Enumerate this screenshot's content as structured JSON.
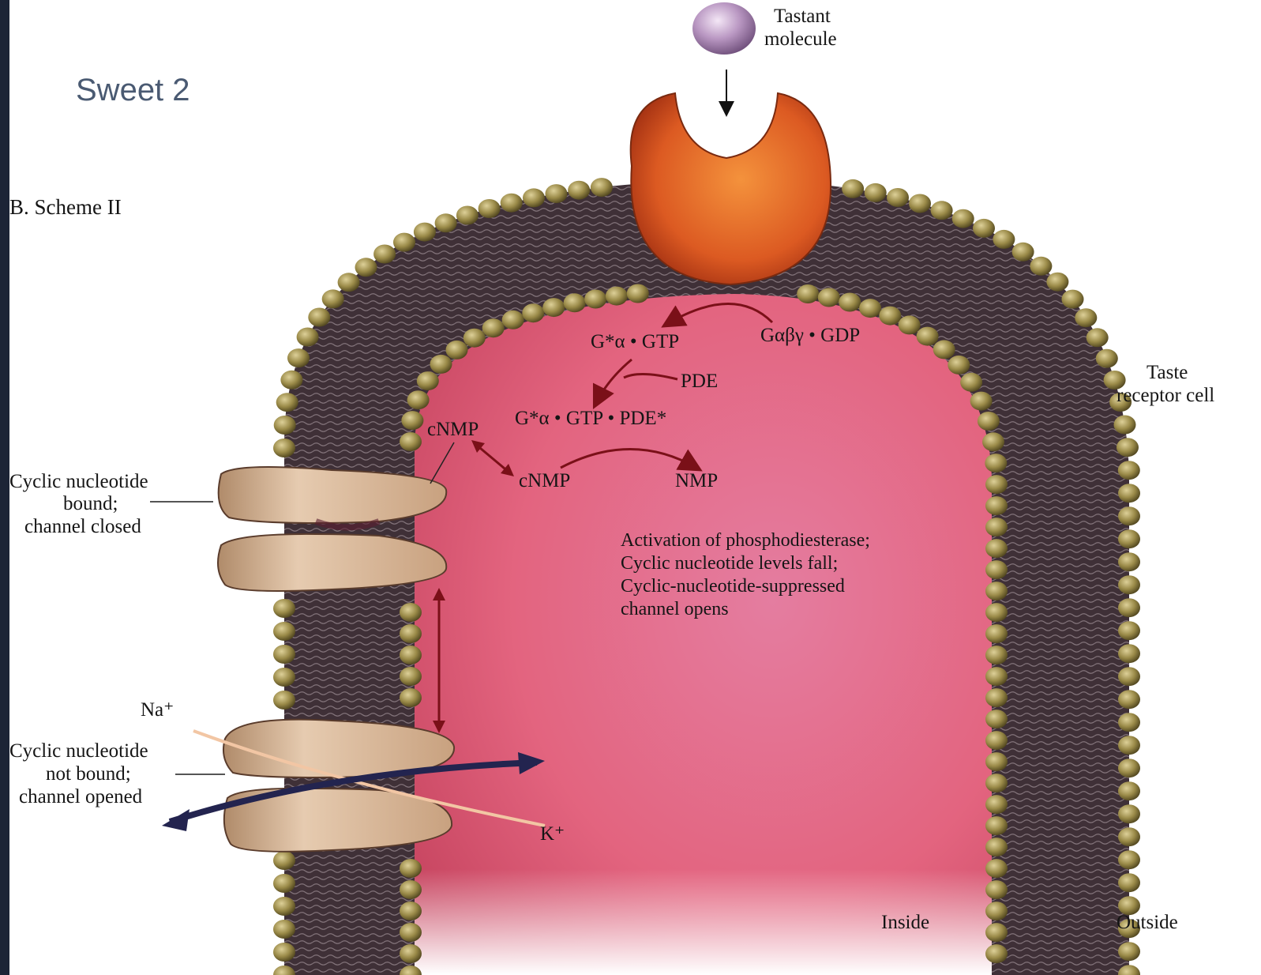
{
  "slide": {
    "title": "Sweet 2",
    "subtitle": "B.  Scheme II"
  },
  "labels": {
    "tastant_line1": "Tastant",
    "tastant_line2": "molecule",
    "g_gtp": "G*α • GTP",
    "g_gdp": "Gαβγ • GDP",
    "pde": "PDE",
    "g_gtp_pde": "G*α • GTP • PDE*",
    "cnmp_membrane": "cNMP",
    "cnmp_cytosol": "cNMP",
    "nmp": "NMP",
    "activation_lines": [
      "Activation of phosphodiesterase;",
      "Cyclic nucleotide levels fall;",
      "Cyclic-nucleotide-suppressed",
      "channel opens"
    ],
    "channel_closed_lines": [
      "Cyclic nucleotide",
      "bound;",
      "channel closed"
    ],
    "channel_open_lines": [
      "Cyclic nucleotide",
      "not bound;",
      "channel opened"
    ],
    "na_ion": "Na⁺",
    "k_ion": "K⁺",
    "taste_cell_lines": [
      "Taste",
      "receptor cell"
    ],
    "inside": "Inside",
    "outside": "Outside"
  },
  "colors": {
    "sidebar": "#1c2436",
    "slide_title": "#4a5a72",
    "membrane_core": "#3f3037",
    "lipid_head": "#8c7c40",
    "cytoplasm": "#e56c8a",
    "receptor": "#e06a28",
    "channel": "#d7b89a",
    "reaction_arrow": "#7a1018",
    "ion_arrow": "#23244f",
    "tastant": "#b89ac0"
  }
}
